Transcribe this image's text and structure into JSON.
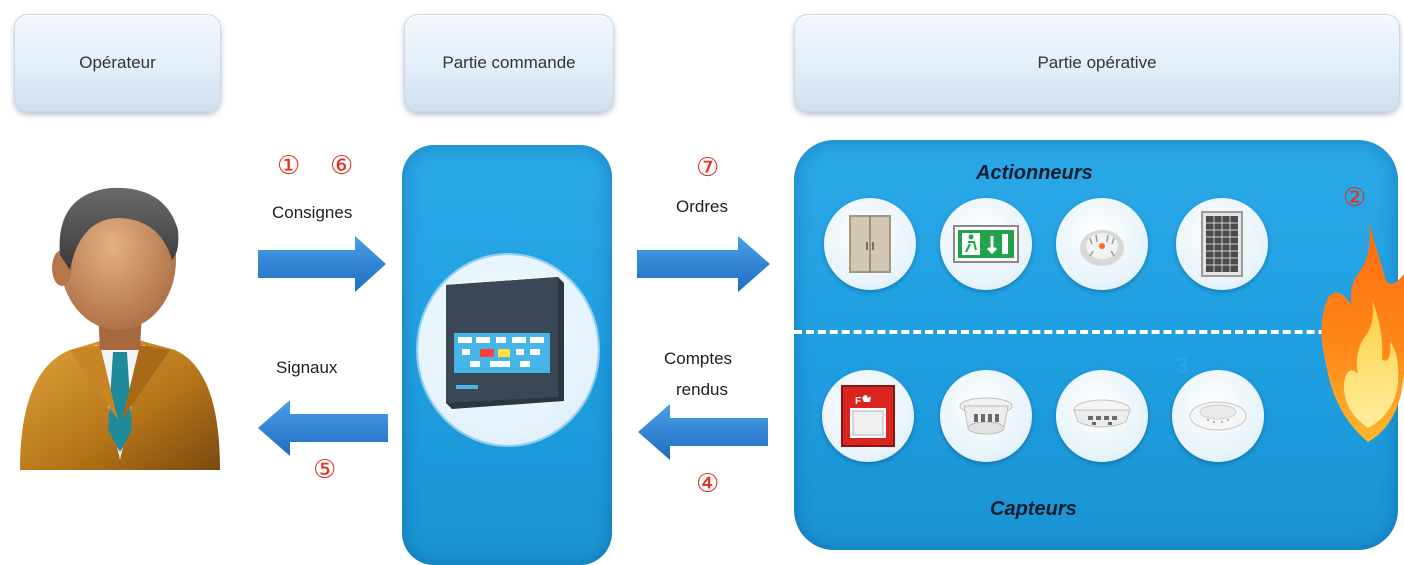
{
  "headers": {
    "operator": "Opérateur",
    "control": "Partie commande",
    "operative": "Partie opérative"
  },
  "flows": {
    "setpoints": {
      "label": "Consignes",
      "markers": [
        "①",
        "⑥"
      ]
    },
    "signals": {
      "label": "Signaux",
      "marker": "⑤"
    },
    "orders": {
      "label": "Ordres",
      "marker": "⑦"
    },
    "reports": {
      "label_line1": "Comptes",
      "label_line2": "rendus",
      "marker": "④"
    }
  },
  "operative": {
    "actuators_title": "Actionneurs",
    "sensors_title": "Capteurs",
    "actuators": [
      "door-icon",
      "exit-sign-icon",
      "sounder-icon",
      "vent-grille-icon"
    ],
    "sensors": [
      "manual-call-point-icon",
      "smoke-detector-icon",
      "heat-detector-icon",
      "ceiling-detector-icon"
    ],
    "sensor_marker": "3",
    "call_point_text": "F"
  },
  "fire_marker": "②",
  "colors": {
    "panel": "#1f9fe0",
    "arrow": "#2a7fd0",
    "marker": "#e03020"
  }
}
